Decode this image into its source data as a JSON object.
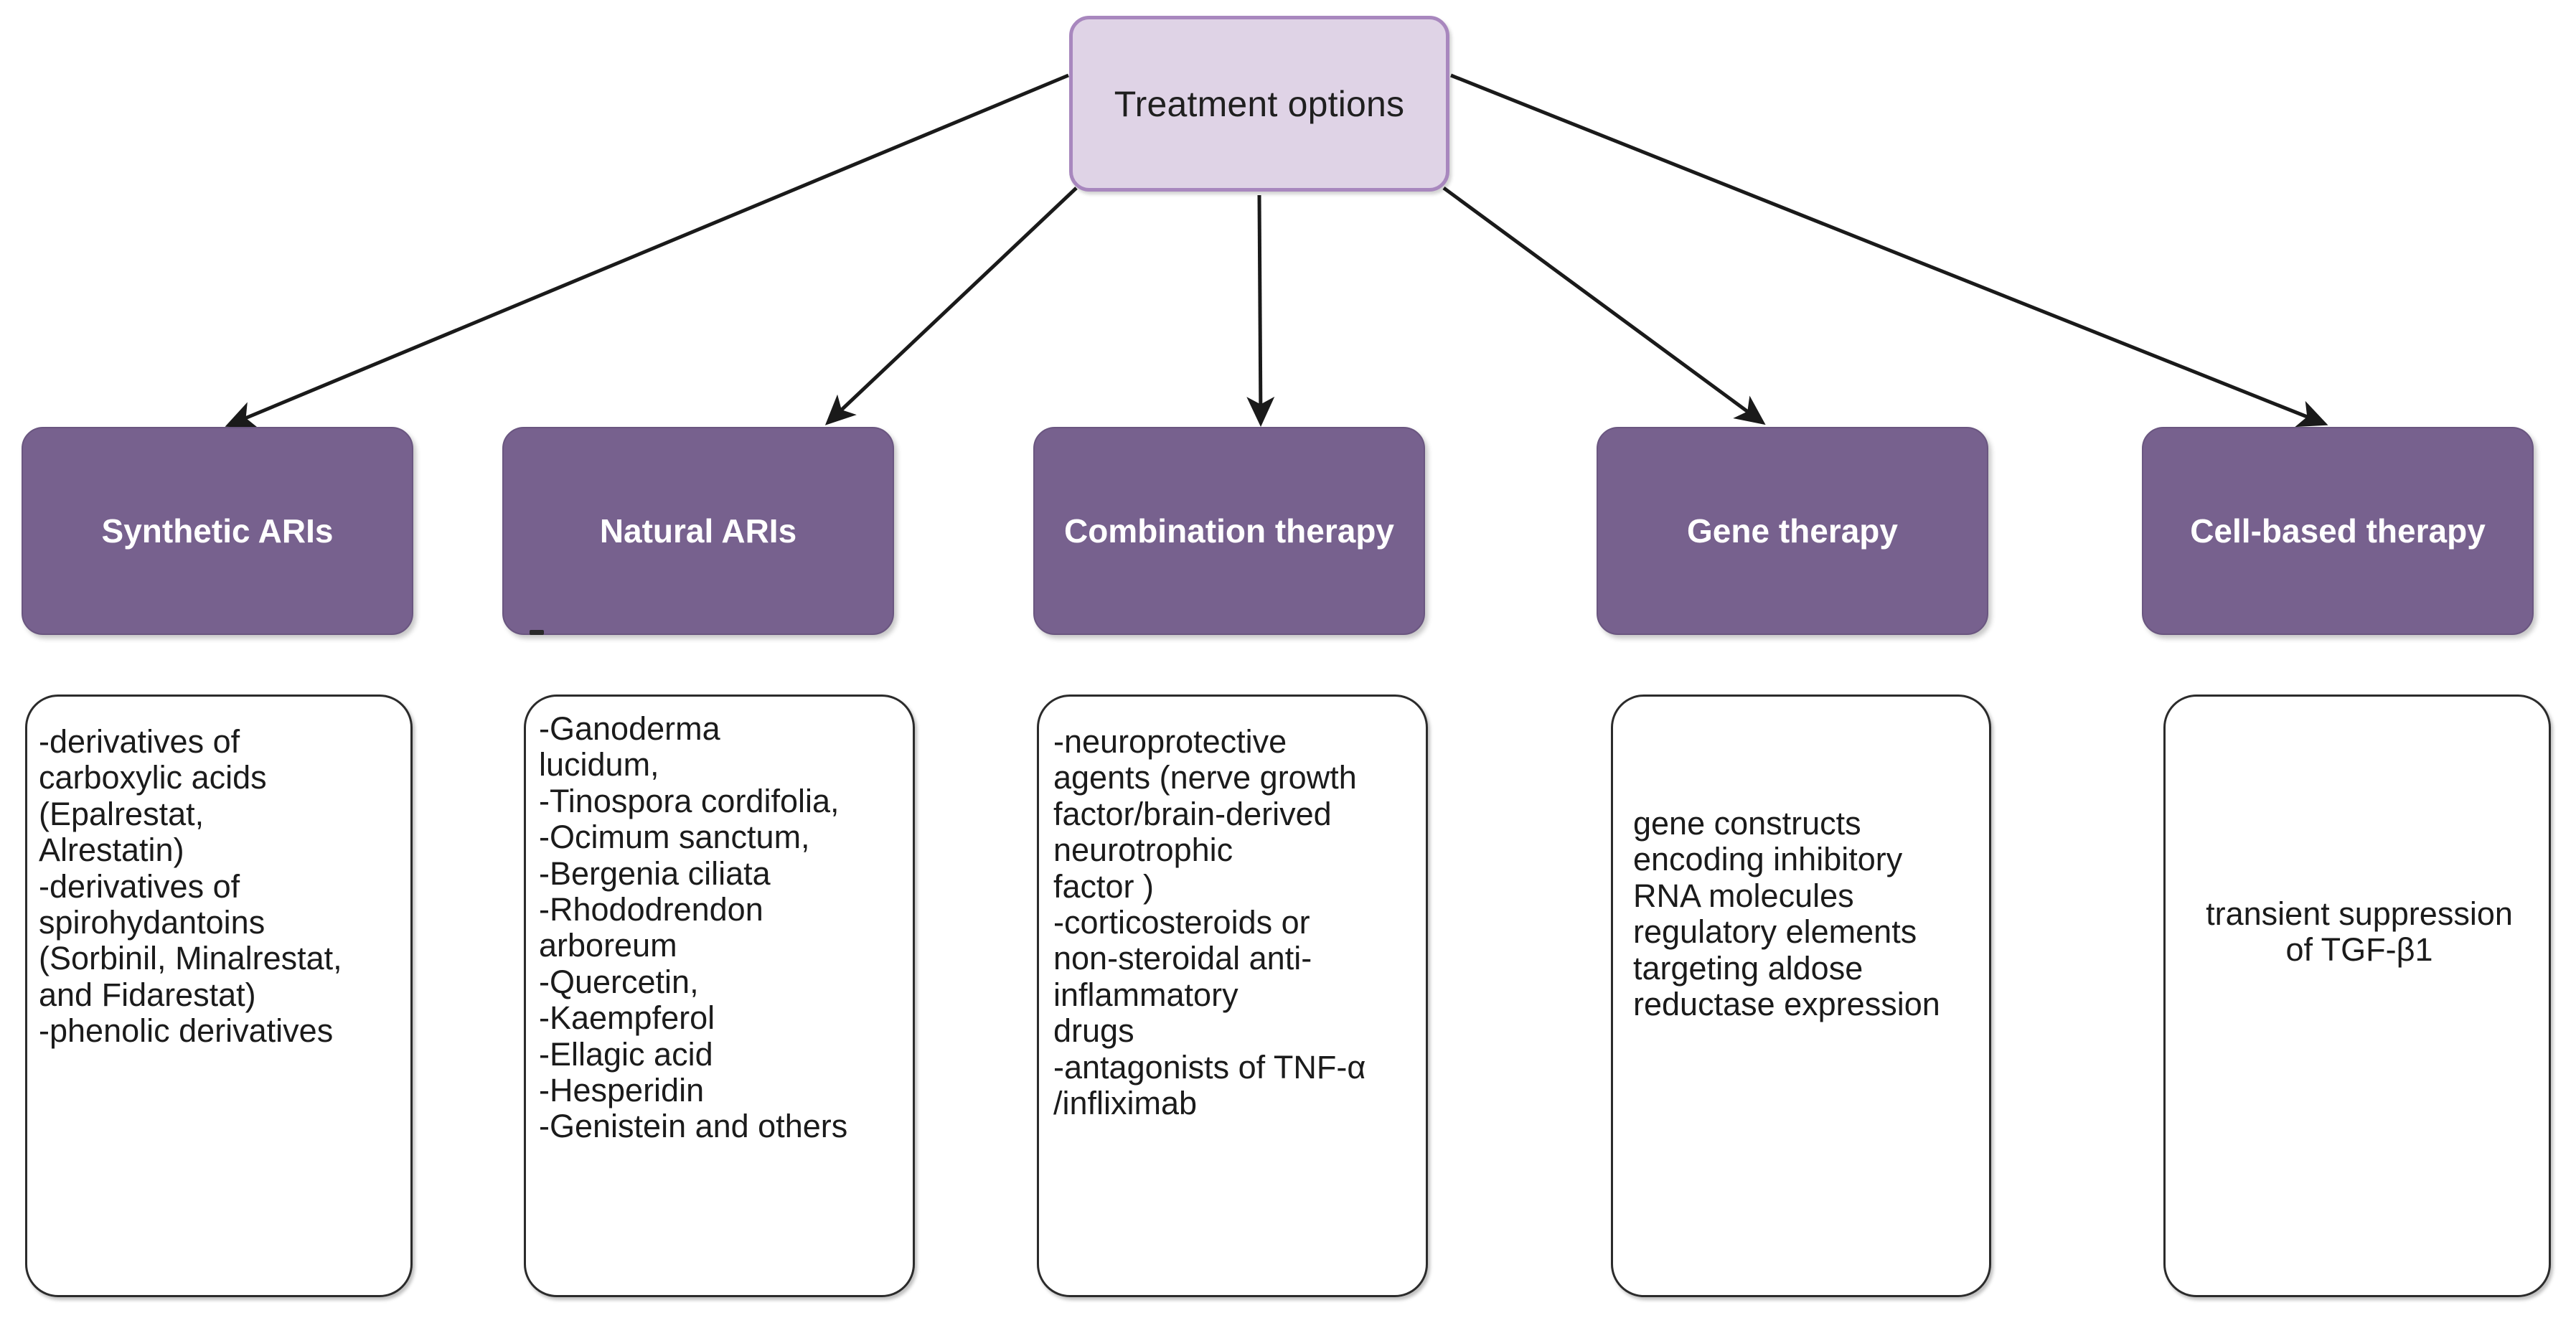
{
  "diagram": {
    "type": "tree-flowchart",
    "root": {
      "label": "Treatment options",
      "fill": "#DFD3E6",
      "border": "#A887BE"
    },
    "category_fill": "#77618E",
    "category_text_color": "#FFFFFF",
    "detail_fill": "#FFFFFF",
    "detail_border": "#2B2B2B",
    "branches": [
      {
        "id": "synthetic-aris",
        "label": "Synthetic ARIs",
        "details": "-derivatives of\ncarboxylic acids\n(Epalrestat,\nAlrestatin)\n-derivatives of\nspirohydantoins\n(Sorbinil, Minalrestat,\nand Fidarestat)\n-phenolic derivatives"
      },
      {
        "id": "natural-aris",
        "label": "Natural ARIs",
        "details": "-Ganoderma\nlucidum,\n-Tinospora cordifolia,\n-Ocimum sanctum,\n-Bergenia ciliata\n-Rhododrendon\narboreum\n-Quercetin,\n-Kaempferol\n-Ellagic acid\n-Hesperidin\n-Genistein and others"
      },
      {
        "id": "combination-therapy",
        "label": "Combination therapy",
        "details": "-neuroprotective\nagents (nerve growth\nfactor/brain-derived\nneurotrophic\nfactor )\n-corticosteroids or\nnon-steroidal anti-\ninflammatory\ndrugs\n-antagonists of TNF-α\n/infliximab"
      },
      {
        "id": "gene-therapy",
        "label": "Gene therapy",
        "details": "gene constructs\nencoding inhibitory\nRNA molecules\nregulatory elements\ntargeting aldose\nreductase expression"
      },
      {
        "id": "cell-based-therapy",
        "label": "Cell-based therapy",
        "details": "transient suppression\nof TGF-β1"
      }
    ]
  }
}
